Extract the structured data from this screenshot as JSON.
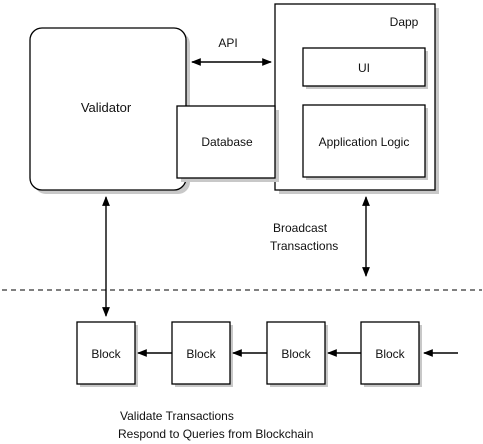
{
  "diagram": {
    "validator_label": "Validator",
    "database_label": "Database",
    "dapp_label": "Dapp",
    "ui_label": "UI",
    "app_logic_label": "Application Logic",
    "api_label": "API",
    "broadcast_line1": "Broadcast",
    "broadcast_line2": "Transactions",
    "blocks": [
      "Block",
      "Block",
      "Block",
      "Block"
    ],
    "caption_line1": "Validate Transactions",
    "caption_line2": "Respond to Queries from Blockchain"
  }
}
